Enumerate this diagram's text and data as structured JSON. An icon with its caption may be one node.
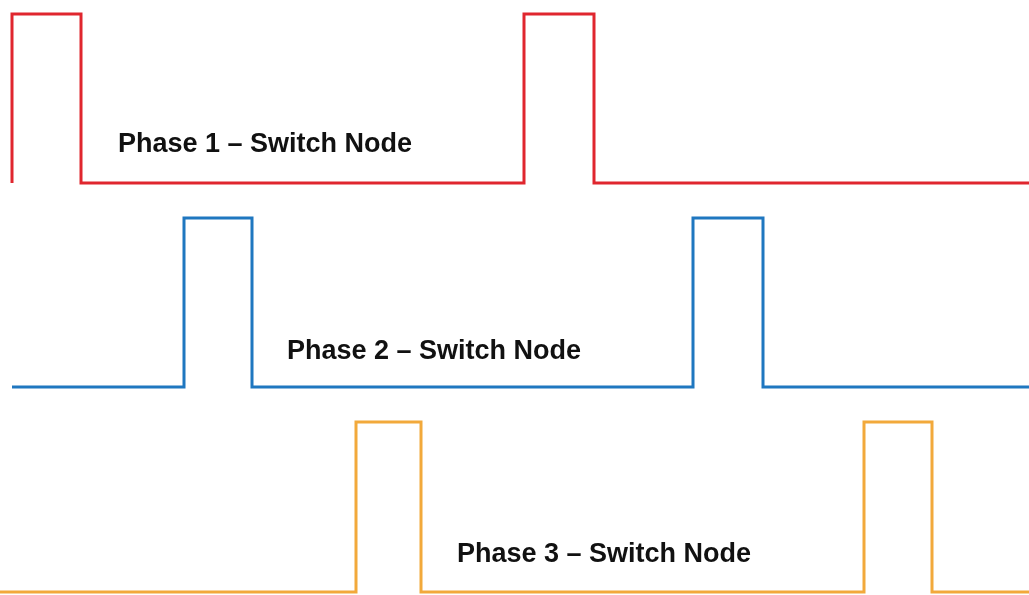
{
  "diagram": {
    "labels": [
      "Phase 1 – Switch Node",
      "Phase 2 – Switch Node",
      "Phase 3 – Switch Node"
    ]
  }
}
